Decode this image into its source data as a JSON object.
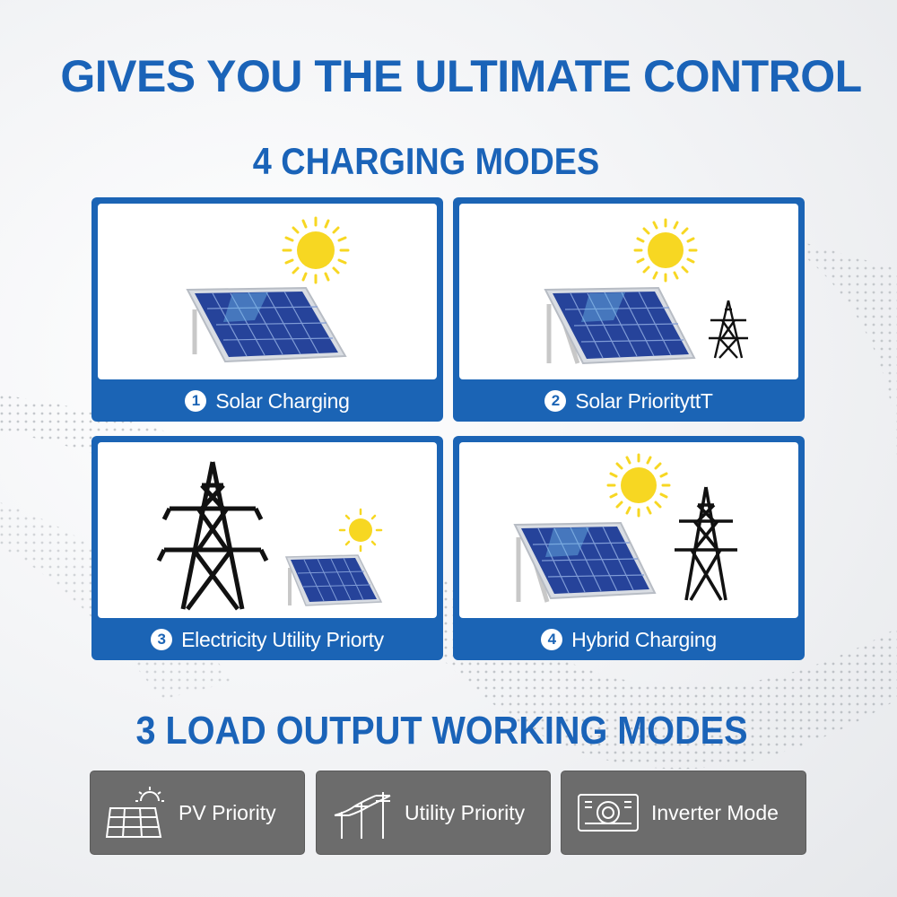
{
  "header": {
    "title": "GIVES YOU THE ULTIMATE CONTROL",
    "subtitle": "4 CHARGING MODES"
  },
  "charging_modes": [
    {
      "number": "1",
      "label": "Solar Charging"
    },
    {
      "number": "2",
      "label": "Solar PriorityttT"
    },
    {
      "number": "3",
      "label": "Electricity Utility Priorty"
    },
    {
      "number": "4",
      "label": "Hybrid Charging"
    }
  ],
  "load_section": {
    "title": "3 LOAD OUTPUT WORKING MODES",
    "modes": [
      {
        "label": "PV Priority",
        "icon": "solar-panel-sun-icon"
      },
      {
        "label": "Utility Priority",
        "icon": "utility-poles-icon"
      },
      {
        "label": "Inverter Mode",
        "icon": "inverter-device-icon"
      }
    ]
  },
  "colors": {
    "brand_blue": "#1b64b5",
    "button_gray": "#6c6c6c",
    "sun_yellow": "#f7d722"
  }
}
